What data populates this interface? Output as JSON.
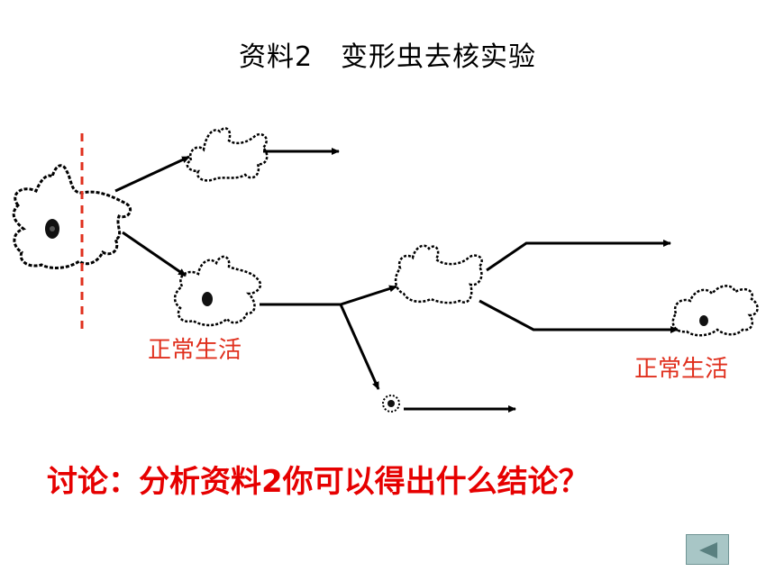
{
  "title": "资料2　变形虫去核实验",
  "labels": {
    "normal_life_left": "正常生活",
    "normal_life_right": "正常生活"
  },
  "question": "讨论：分析资料2你可以得出什么结论？",
  "colors": {
    "accent_red": "#e0301e",
    "question_red": "#e60000",
    "cut_line": "#e0301e",
    "button_fill": "#a8c6c6",
    "button_arrow": "#5a8080"
  },
  "icons": {
    "back_button": "triangle-left-icon"
  }
}
